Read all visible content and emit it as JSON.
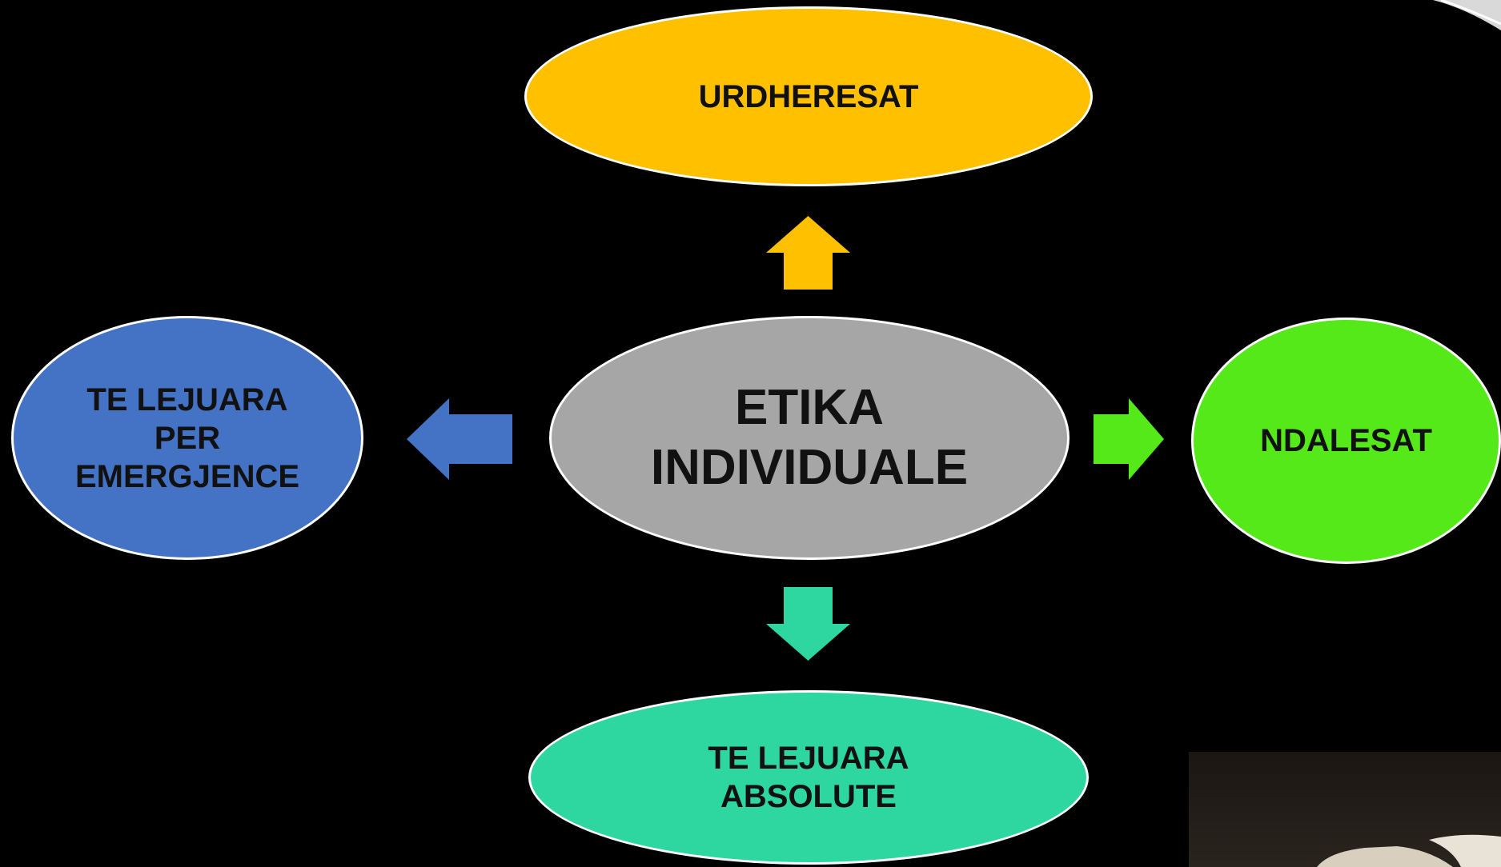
{
  "diagram": {
    "center": {
      "label": "ETIKA\nINDIVIDUALE",
      "color": "#a6a6a6"
    },
    "top": {
      "label": "URDHERESAT",
      "color": "#ffc000",
      "arrow_color": "#ffc000"
    },
    "right": {
      "label": "NDALESAT",
      "color": "#55e91a",
      "arrow_color": "#55e91a"
    },
    "bottom": {
      "label": "TE LEJUARA\nABSOLUTE",
      "color": "#2ed6a0",
      "arrow_color": "#2ed6a0"
    },
    "left": {
      "label": "TE LEJUARA\nPER\nEMERGJENCE",
      "color": "#4472c4",
      "arrow_color": "#4472c4"
    }
  },
  "icons": {
    "corner_top_right": "decorative-swoosh-icon",
    "corner_bottom_right": "photo-corner-icon"
  }
}
